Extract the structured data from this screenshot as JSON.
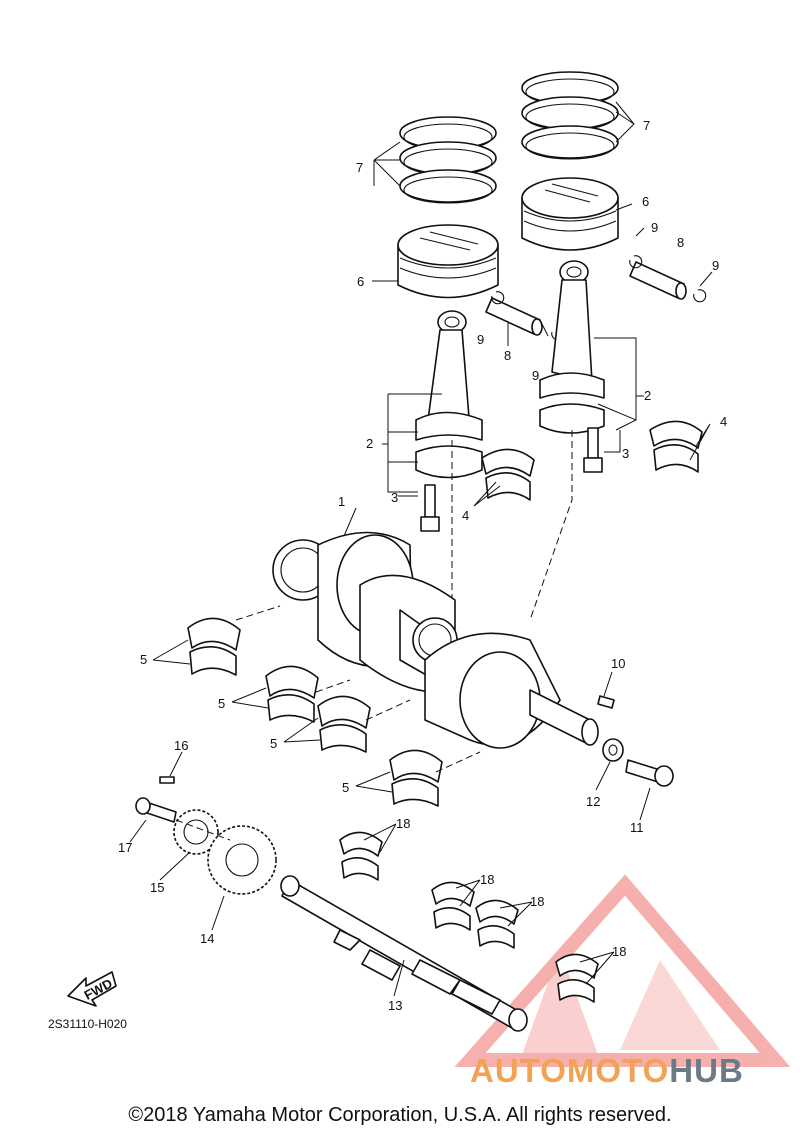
{
  "diagram": {
    "drawing_code": "2S31110-H020",
    "copyright": "©2018 Yamaha Motor Corporation, U.S.A. All rights reserved.",
    "direction_arrow": "FWD",
    "callouts": [
      "1",
      "2",
      "3",
      "4",
      "5",
      "6",
      "7",
      "8",
      "9",
      "10",
      "11",
      "12",
      "13",
      "14",
      "15",
      "16",
      "17",
      "18"
    ]
  },
  "watermark": {
    "word_part1": "AUTO",
    "word_part2": "MOTO",
    "word_part3": "HUB",
    "triangle_color": "#f4a3a0",
    "orange_color": "#f2a253",
    "gray_color": "#6b7a86"
  }
}
